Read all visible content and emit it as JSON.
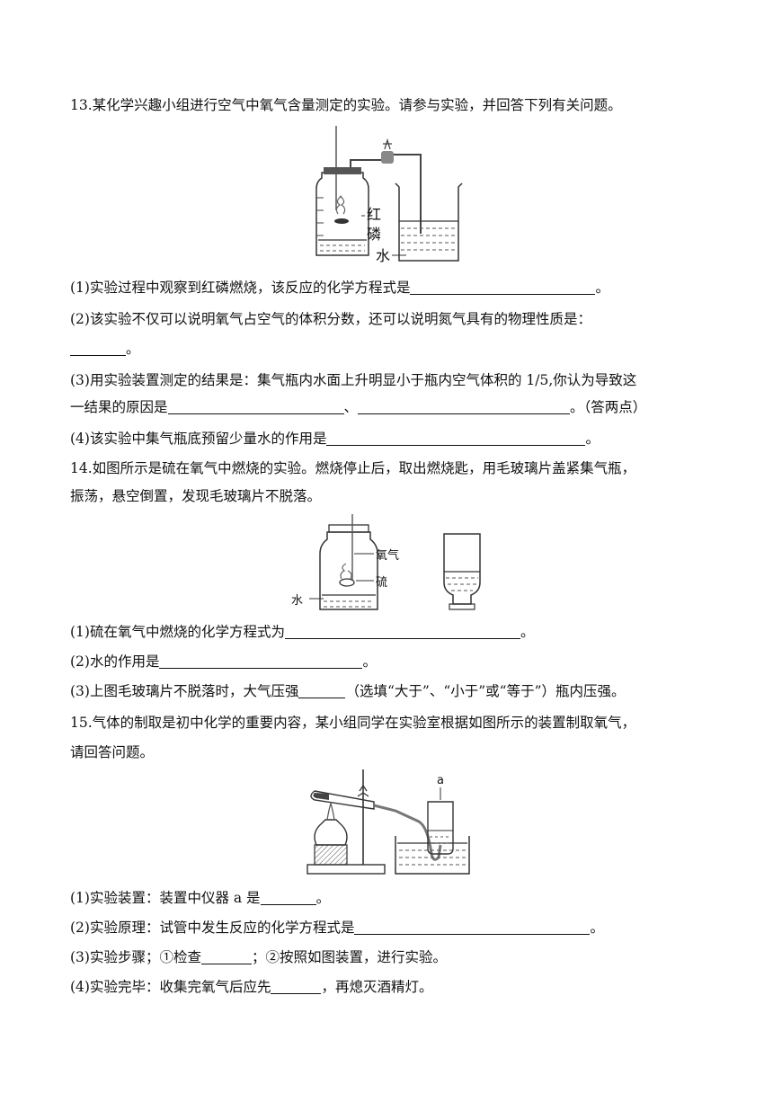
{
  "q13": {
    "stem": "13.某化学兴趣小组进行空气中氧气含量测定的实验。请参与实验，并回答下列有关问题。",
    "fig_labels": {
      "red": "红",
      "phosphorus": "磷",
      "water": "水"
    },
    "p1": {
      "text": "(1)实验过程中观察到红磷燃烧，该反应的化学方程式是",
      "end": "。"
    },
    "p2": {
      "text": "(2)该实验不仅可以说明氧气占空气的体积分数，还可以说明氮气具有的物理性质是：",
      "end": "。"
    },
    "p3": {
      "text": "(3)用实验装置测定的结果是：集气瓶内水面上升明显小于瓶内空气体积的 1/5,你认为导致这",
      "text2": "一结果的原因是",
      "sep": "、",
      "end": "。（答两点）"
    },
    "p4": {
      "text": "(4)该实验中集气瓶底预留少量水的作用是",
      "end": "。"
    }
  },
  "q14": {
    "stem1": "14.如图所示是硫在氧气中燃烧的实验。燃烧停止后，取出燃烧匙，用毛玻璃片盖紧集气瓶，",
    "stem2": "振荡，悬空倒置，发现毛玻璃片不脱落。",
    "fig_labels": {
      "oxygen": "氧气",
      "sulfur": "硫",
      "water": "水"
    },
    "p1": {
      "text": "(1)硫在氧气中燃烧的化学方程式为",
      "end": "。"
    },
    "p2": {
      "text": "(2)水的作用是",
      "end": "。"
    },
    "p3": {
      "text": "(3)上图毛玻璃片不脱落时，大气压强",
      "end": "（选填“大于”、“小于”或“等于”）瓶内压强。"
    }
  },
  "q15": {
    "stem1": "15.气体的制取是初中化学的重要内容，某小组同学在实验室根据如图所示的装置制取氧气，",
    "stem2": "请回答问题。",
    "fig_labels": {
      "a": "a"
    },
    "p1": {
      "text": "(1)实验装置：装置中仪器 a 是",
      "end": "。"
    },
    "p2": {
      "text": "(2)实验原理：试管中发生反应的化学方程式是",
      "end": "。"
    },
    "p3": {
      "text": "(3)实验步骤；①检查",
      "mid": "；②按照如图装置，进行实验。"
    },
    "p4": {
      "text": "(4)实验完毕：收集完氧气后应先",
      "end": "，再熄灭酒精灯。"
    }
  }
}
